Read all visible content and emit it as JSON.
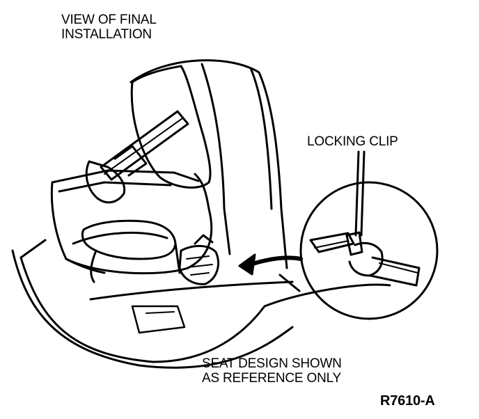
{
  "labels": {
    "view_line1": "VIEW OF FINAL",
    "view_line2": "INSTALLATION",
    "locking_clip": "LOCKING CLIP",
    "seat_line1": "SEAT DESIGN SHOWN",
    "seat_line2": "AS REFERENCE ONLY",
    "figure_id": "R7610-A"
  },
  "colors": {
    "ink": "#000000",
    "paper": "#ffffff"
  }
}
